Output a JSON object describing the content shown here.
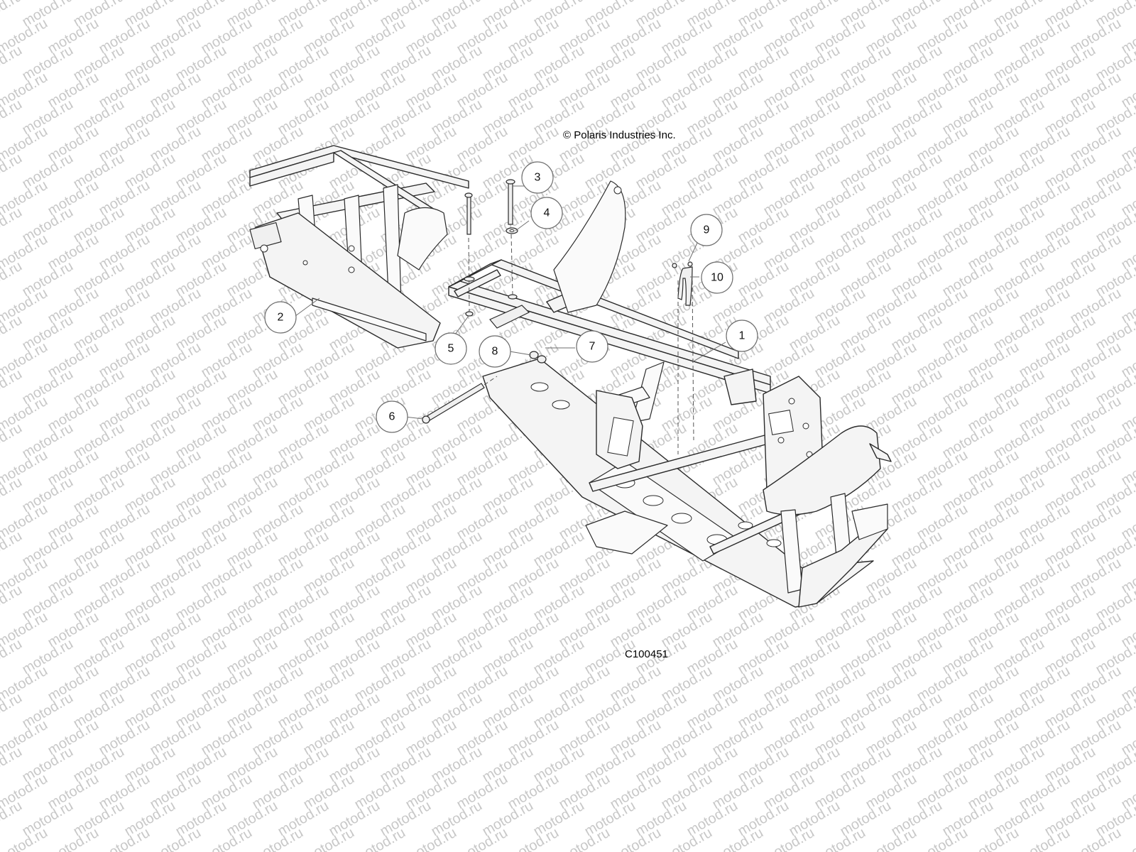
{
  "diagram": {
    "copyright": "© Polaris Industries Inc.",
    "code": "C100451",
    "watermark_text": "motod.ru",
    "callouts": [
      {
        "label": "1"
      },
      {
        "label": "2"
      },
      {
        "label": "3"
      },
      {
        "label": "4"
      },
      {
        "label": "5"
      },
      {
        "label": "6"
      },
      {
        "label": "7"
      },
      {
        "label": "8"
      },
      {
        "label": "9"
      },
      {
        "label": "10"
      }
    ]
  }
}
